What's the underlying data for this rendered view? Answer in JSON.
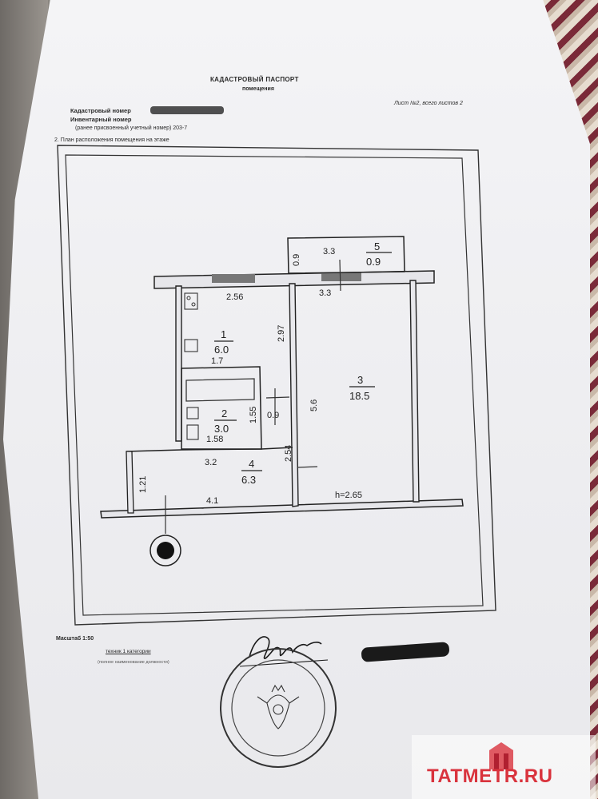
{
  "header": {
    "title": "КАДАСТРОВЫЙ ПАСПОРТ",
    "subtitle": "помещения",
    "sheet_info": "Лист №2, всего листов 2"
  },
  "meta": {
    "cadastral_label": "Кадастровый номер",
    "inventory_label": "Инвентарный номер",
    "previous_number": "(ранее присвоенный учетный номер) 203-7",
    "section": "2.     План расположения помещения на этаже"
  },
  "plan": {
    "rooms": [
      {
        "number": "1",
        "area": "6.0"
      },
      {
        "number": "2",
        "area": "3.0"
      },
      {
        "number": "3",
        "area": "18.5"
      },
      {
        "number": "4",
        "area": "6.3"
      },
      {
        "number": "5",
        "area": "0.9"
      }
    ],
    "dimensions": [
      "3.3",
      "0.9",
      "2.56",
      "3.3",
      "2.97",
      "1.7",
      "1.55",
      "0.9",
      "5.6",
      "1.58",
      "2.54",
      "3.2",
      "1.21",
      "4.1"
    ],
    "ceiling_height": "h=2.65"
  },
  "footer": {
    "scale": "Масштаб 1:50",
    "position": "техник 1 категории",
    "position_note": "(полное наименование должности)"
  },
  "watermark": "TATMETR.RU",
  "colors": {
    "ink": "#222222",
    "watermark": "#d9333d",
    "paper": "#f0f0f3"
  }
}
